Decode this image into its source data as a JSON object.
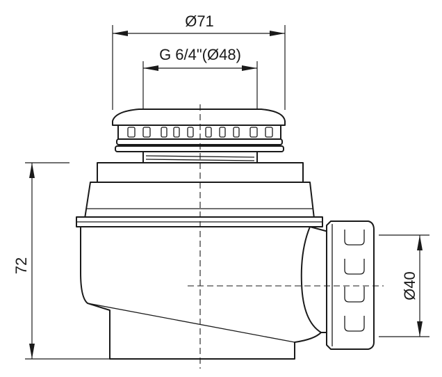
{
  "dimensions": {
    "top_diameter": "Ø71",
    "thread": "G 6/4\"(Ø48)",
    "height": "72",
    "outlet_diameter": "Ø40"
  },
  "colors": {
    "line": "#1a1a1a",
    "background": "#ffffff"
  }
}
